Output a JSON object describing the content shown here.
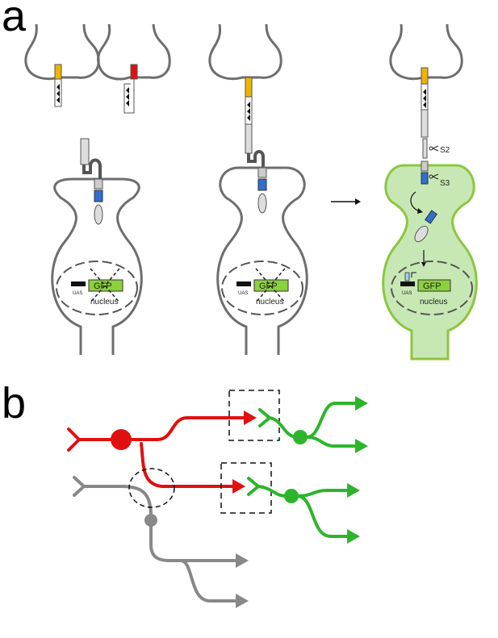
{
  "panel_a": {
    "letter": "a",
    "gfp_label": "GFP",
    "nucleus_label": "nucleus",
    "uas_label": "UAS",
    "s2_label": "S2",
    "s3_label": "S3",
    "colors": {
      "membrane": "#6e6e6e",
      "yellow_ligand": "#f0b400",
      "red_ligand": "#e01010",
      "blue_domain": "#2f6fd0",
      "gfp_box": "#8bd13c",
      "activated_cell_fill": "#c7e8b4",
      "activated_cell_outline": "#8cc63f"
    }
  },
  "panel_b": {
    "letter": "b",
    "colors": {
      "red_neuron": "#e01010",
      "gray_neuron": "#888888",
      "green_neuron": "#2cb52c"
    }
  },
  "icons": {
    "scissors": "scissors-icon"
  }
}
